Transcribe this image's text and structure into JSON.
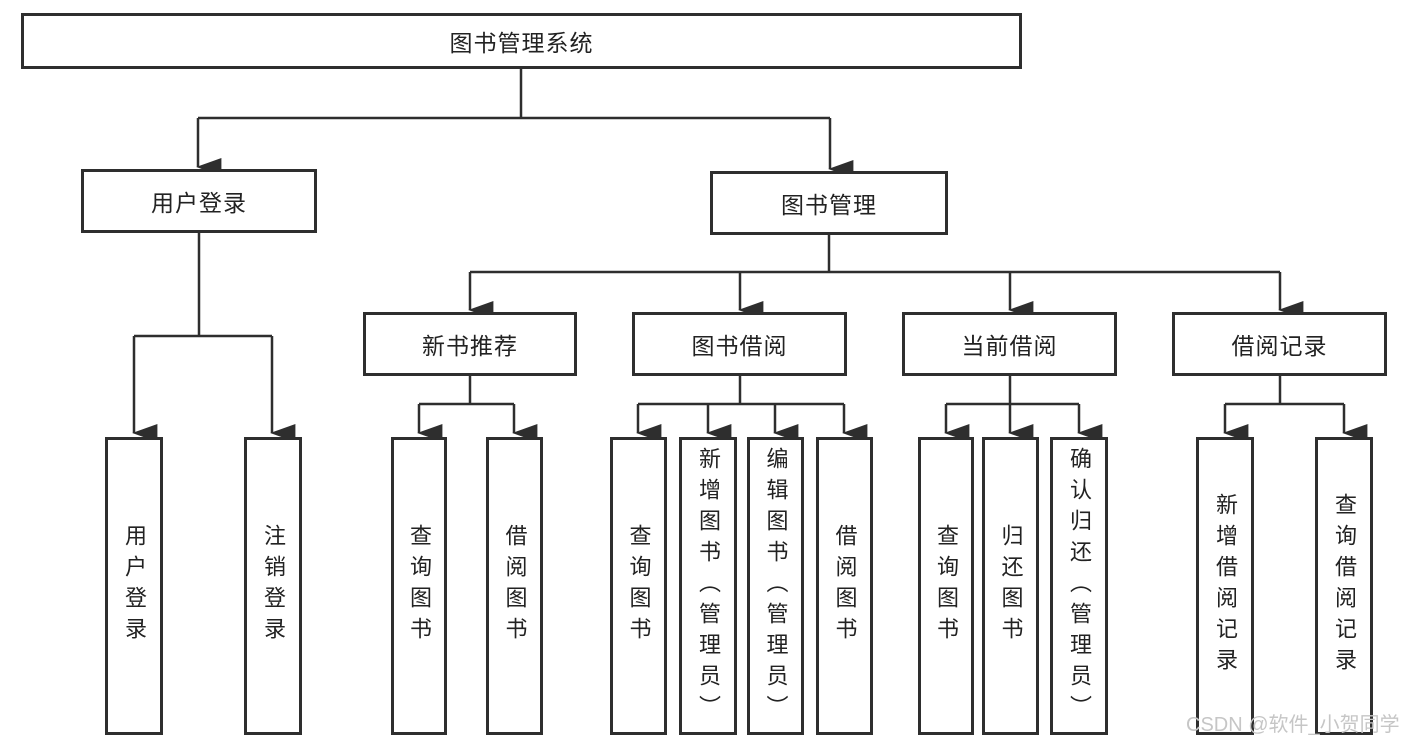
{
  "diagram": {
    "tree": {
      "label": "图书管理系统",
      "children": [
        {
          "label": "用户登录",
          "children": [
            {
              "label": "用户登录"
            },
            {
              "label": "注销登录"
            }
          ]
        },
        {
          "label": "图书管理",
          "children": [
            {
              "label": "新书推荐",
              "children": [
                {
                  "label": "查询图书"
                },
                {
                  "label": "借阅图书"
                }
              ]
            },
            {
              "label": "图书借阅",
              "children": [
                {
                  "label": "查询图书"
                },
                {
                  "label": "新增图书（管理员）"
                },
                {
                  "label": "编辑图书（管理员）"
                },
                {
                  "label": "借阅图书"
                }
              ]
            },
            {
              "label": "当前借阅",
              "children": [
                {
                  "label": "查询图书"
                },
                {
                  "label": "归还图书"
                },
                {
                  "label": "确认归还（管理员）"
                }
              ]
            },
            {
              "label": "借阅记录",
              "children": [
                {
                  "label": "新增借阅记录"
                },
                {
                  "label": "查询借阅记录"
                }
              ]
            }
          ]
        }
      ]
    },
    "watermark": "CSDN @软件_小贺同学",
    "colors": {
      "line": "#2e2e2e",
      "border": "#2e2e2e",
      "text": "#222222",
      "watermark": "#c6c6c6",
      "background": "#ffffff"
    }
  }
}
